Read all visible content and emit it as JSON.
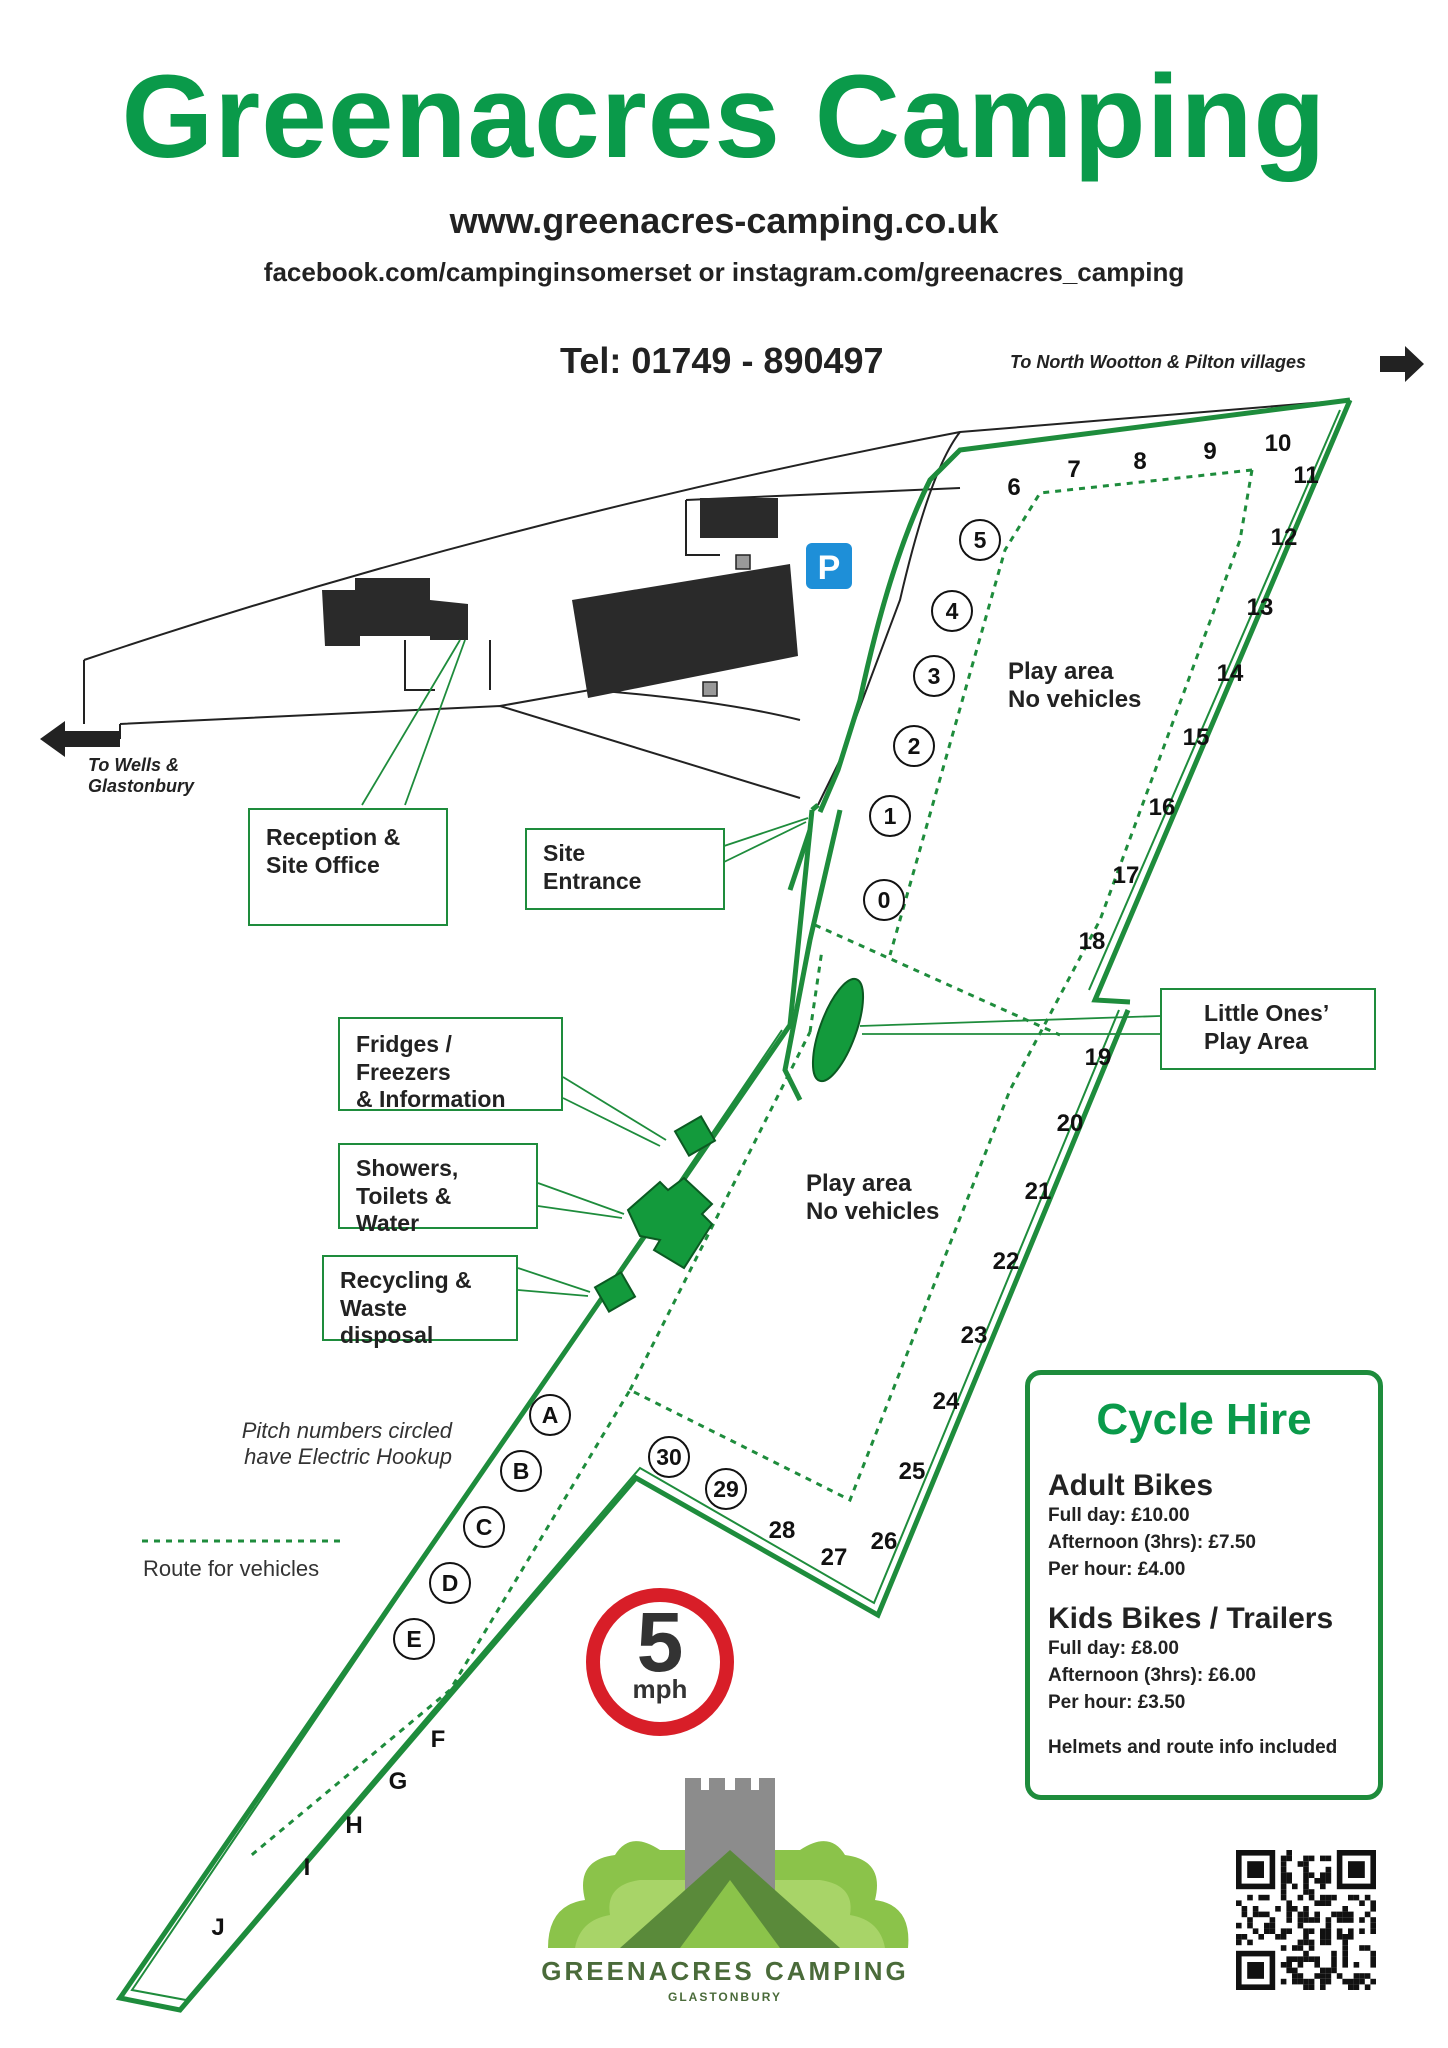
{
  "header": {
    "title": "Greenacres Camping",
    "website": "www.greenacres-camping.co.uk",
    "social": "facebook.com/campinginsomerset or instagram.com/greenacres_camping",
    "phone": "Tel: 01749 - 890497"
  },
  "directions": {
    "north": "To North Wootton & Pilton villages",
    "west_line1": "To Wells &",
    "west_line2": "Glastonbury"
  },
  "labels": {
    "reception_l1": "Reception &",
    "reception_l2": "Site Office",
    "entrance_l1": "Site",
    "entrance_l2": "Entrance",
    "fridges_l1": "Fridges / Freezers",
    "fridges_l2": "& Information",
    "showers_l1": "Showers,",
    "showers_l2": "Toilets & Water",
    "recycling_l1": "Recycling &",
    "recycling_l2": "Waste disposal",
    "little_l1": "Little Ones’",
    "little_l2": "Play Area",
    "play_upper_l1": "Play area",
    "play_upper_l2": "No vehicles",
    "play_lower_l1": "Play area",
    "play_lower_l2": "No vehicles",
    "parking": "P"
  },
  "legend": {
    "note_l1": "Pitch numbers circled",
    "note_l2": "have Electric Hookup",
    "route": "Route for vehicles"
  },
  "speed_sign": {
    "number": "5",
    "unit": "mph"
  },
  "pitches": {
    "electric": [
      "0",
      "1",
      "2",
      "3",
      "4",
      "5",
      "A",
      "B",
      "C",
      "D",
      "E",
      "29",
      "30"
    ],
    "standard": [
      "6",
      "7",
      "8",
      "9",
      "10",
      "11",
      "12",
      "13",
      "14",
      "15",
      "16",
      "17",
      "18",
      "19",
      "20",
      "21",
      "22",
      "23",
      "24",
      "25",
      "26",
      "27",
      "28",
      "F",
      "G",
      "H",
      "I",
      "J"
    ]
  },
  "cycle_hire": {
    "title": "Cycle Hire",
    "adult_heading": "Adult Bikes",
    "adult_full": "Full day: £10.00",
    "adult_afternoon": "Afternoon (3hrs): £7.50",
    "adult_hour": "Per hour: £4.00",
    "kids_heading": "Kids Bikes / Trailers",
    "kids_full": "Full day: £8.00",
    "kids_afternoon": "Afternoon (3hrs): £6.00",
    "kids_hour": "Per hour: £3.50",
    "footer": "Helmets and route info included"
  },
  "logo": {
    "name": "GREENACRES CAMPING",
    "location": "GLASTONBURY"
  },
  "colors": {
    "brand_green": "#0a9a4a",
    "border_green": "#1e8c3c",
    "building": "#2a2a2a",
    "sign_red": "#d81e28"
  }
}
